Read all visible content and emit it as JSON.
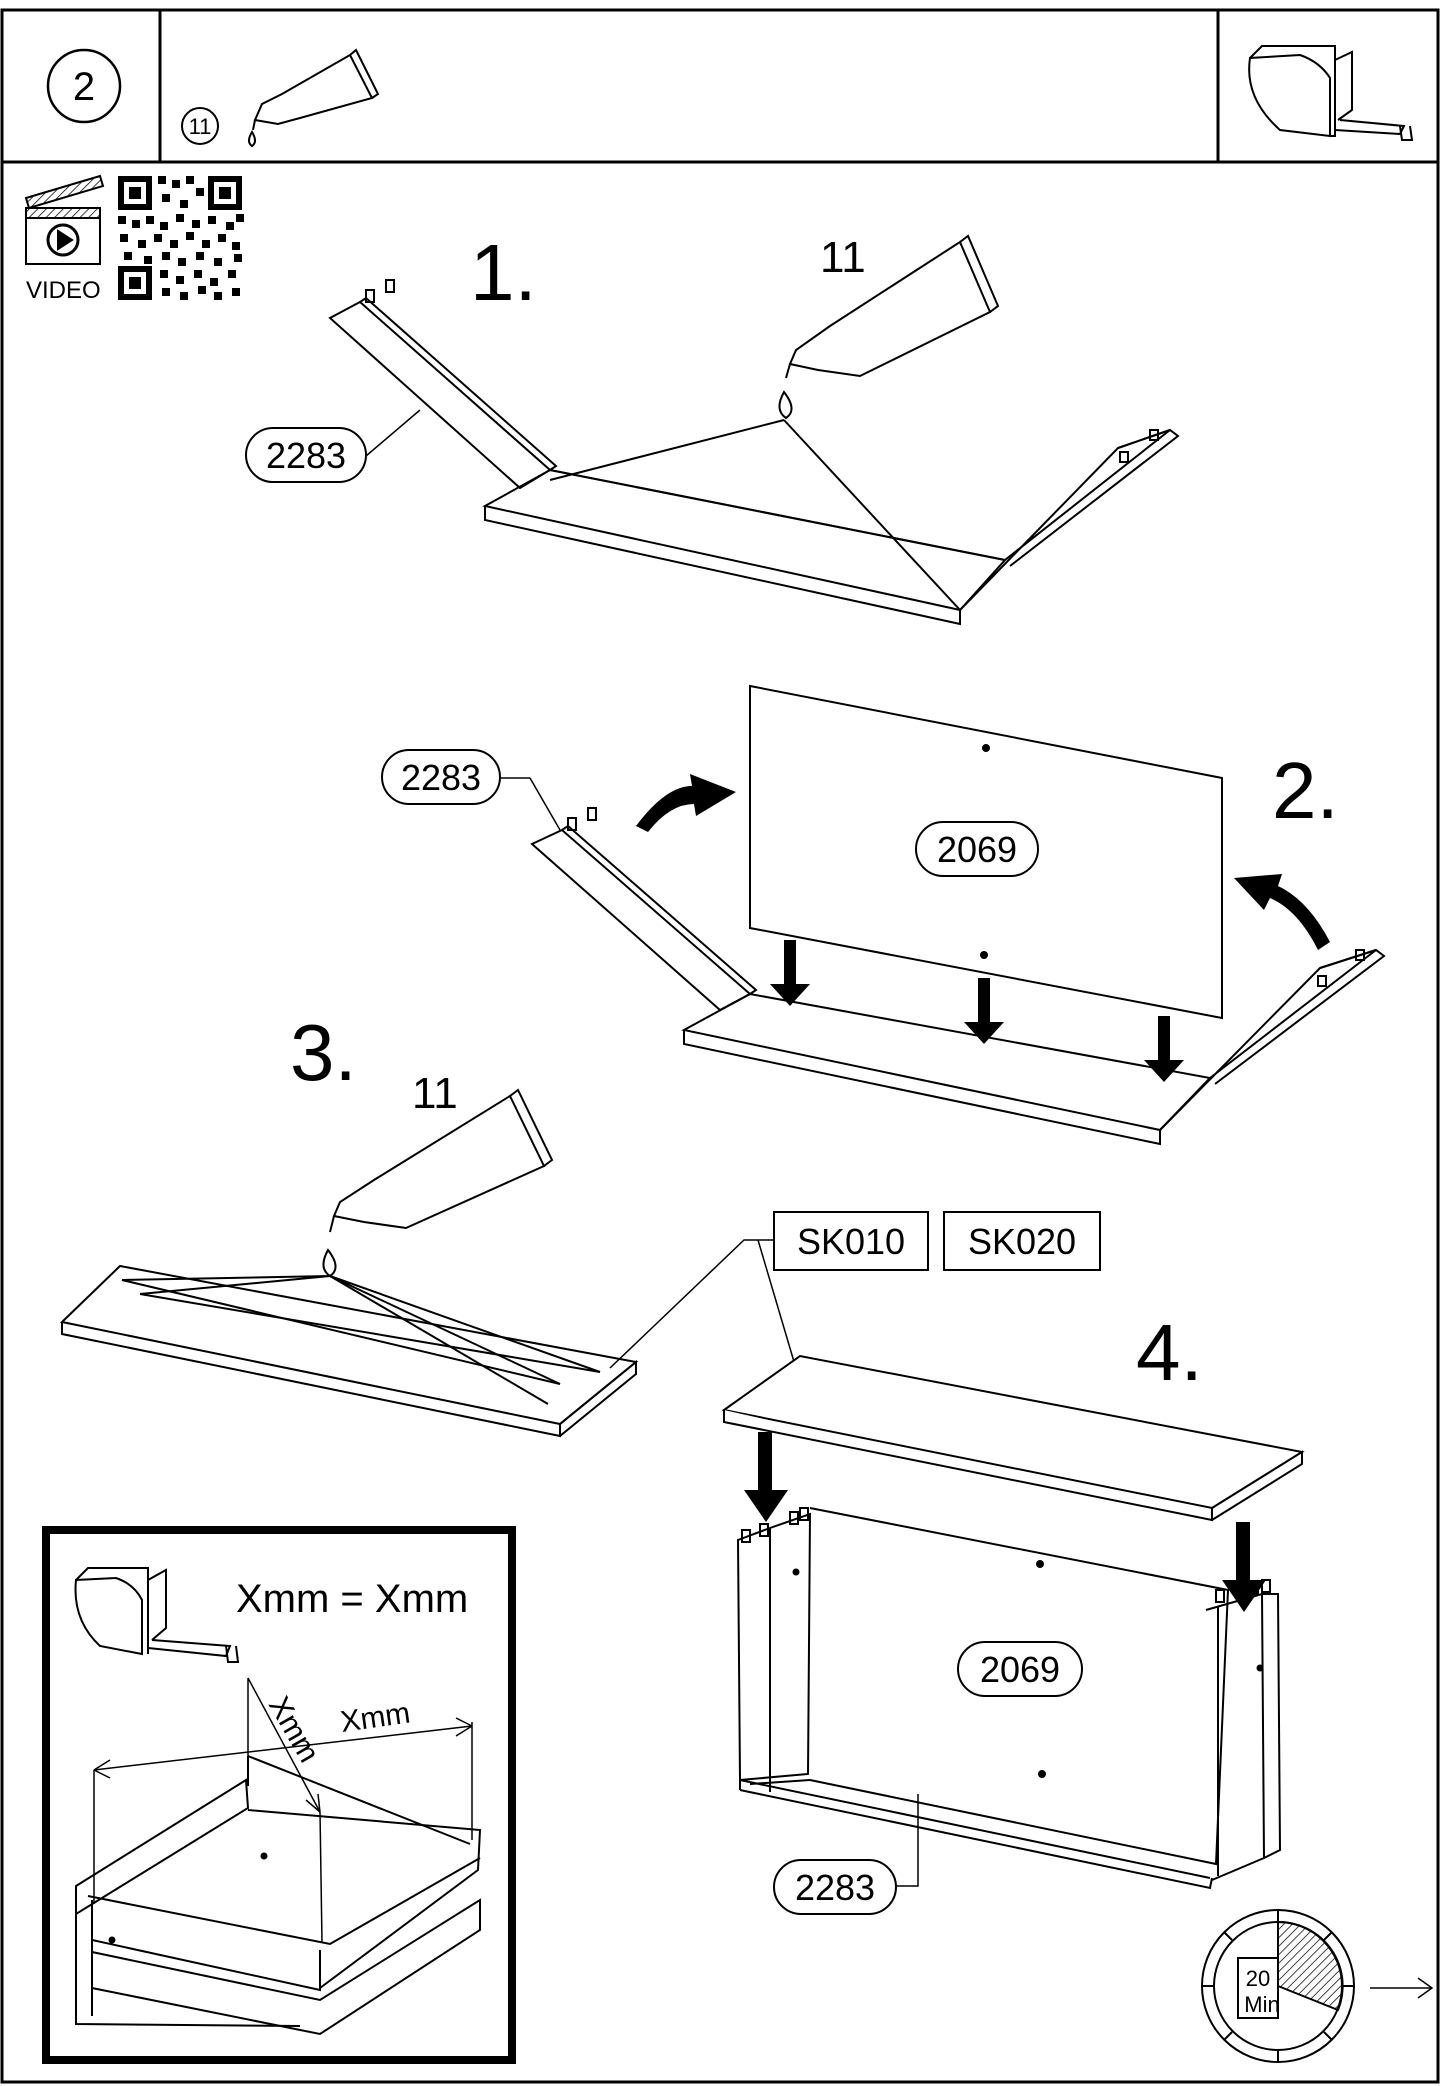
{
  "header": {
    "step_number": "2",
    "glue_item_number": "11"
  },
  "video": {
    "label": "VIDEO"
  },
  "steps": [
    {
      "number": "1.",
      "glue_number": "11",
      "part_label": "2283"
    },
    {
      "number": "2.",
      "part_label_side": "2283",
      "part_label_back": "2069"
    },
    {
      "number": "3.",
      "glue_number": "11"
    },
    {
      "number": "4.",
      "part_label_back": "2069",
      "part_label_bottom": "2283"
    }
  ],
  "fittings": [
    "SK010",
    "SK020"
  ],
  "measure_box": {
    "equation": "Xmm = Xmm",
    "diag_label": "Xmm",
    "width_label": "Xmm"
  },
  "timer": {
    "value": "20",
    "unit": "Min"
  },
  "colors": {
    "line": "#000000",
    "background": "#ffffff"
  }
}
